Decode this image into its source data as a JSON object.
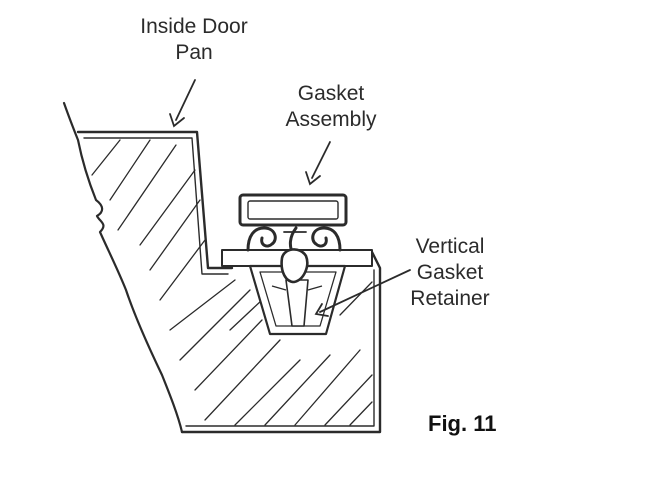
{
  "labels": {
    "inside_door_pan": {
      "line1": "Inside Door",
      "line2": "Pan"
    },
    "gasket_assembly": {
      "line1": "Gasket",
      "line2": "Assembly"
    },
    "vertical_gasket_retainer": {
      "line1": "Vertical",
      "line2": "Gasket",
      "line3": "Retainer"
    }
  },
  "figure_label": "Fig. 11",
  "colors": {
    "ink": "#2b2b2b",
    "background": "#ffffff"
  }
}
